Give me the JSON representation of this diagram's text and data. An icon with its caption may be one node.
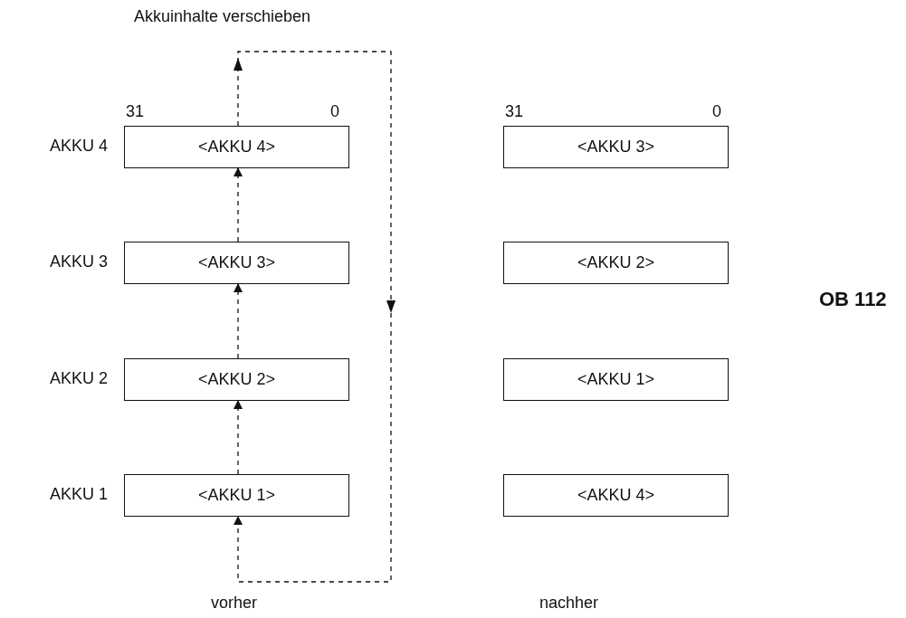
{
  "diagram": {
    "nodes": [
      {
        "text": [
          "<AKKU 4>"
        ],
        "beside": [
          "AKKU 4"
        ]
      },
      {
        "text": [
          "<AKKU 3>"
        ],
        "beside": [
          "AKKU 3"
        ]
      },
      {
        "text": [
          "<AKKU 2>"
        ],
        "beside": [
          "AKKU 2"
        ]
      },
      {
        "text": [
          "<AKKU 1>"
        ],
        "beside": [
          "AKKU 1"
        ]
      },
      {
        "text": [
          "<AKKU 3>"
        ]
      },
      {
        "text": [
          "<AKKU 2>"
        ]
      },
      {
        "text": [
          "<AKKU 1>"
        ]
      },
      {
        "text": [
          "<AKKU 4>"
        ]
      }
    ],
    "edges": [
      {
        "from": 3,
        "to": 2,
        "arrow": "to",
        "style": "dashed"
      },
      {
        "from": 2,
        "to": 1,
        "arrow": "to",
        "style": "dashed"
      },
      {
        "from": 1,
        "to": 0,
        "arrow": "to",
        "style": "dashed"
      },
      {
        "from": 0,
        "to": 3,
        "arrow": "to",
        "style": "dashed"
      }
    ],
    "labels": [
      "Akkuinhalte verschieben",
      "31",
      "0",
      "31",
      "0",
      "OB 112",
      "vorher",
      "nachher"
    ]
  }
}
